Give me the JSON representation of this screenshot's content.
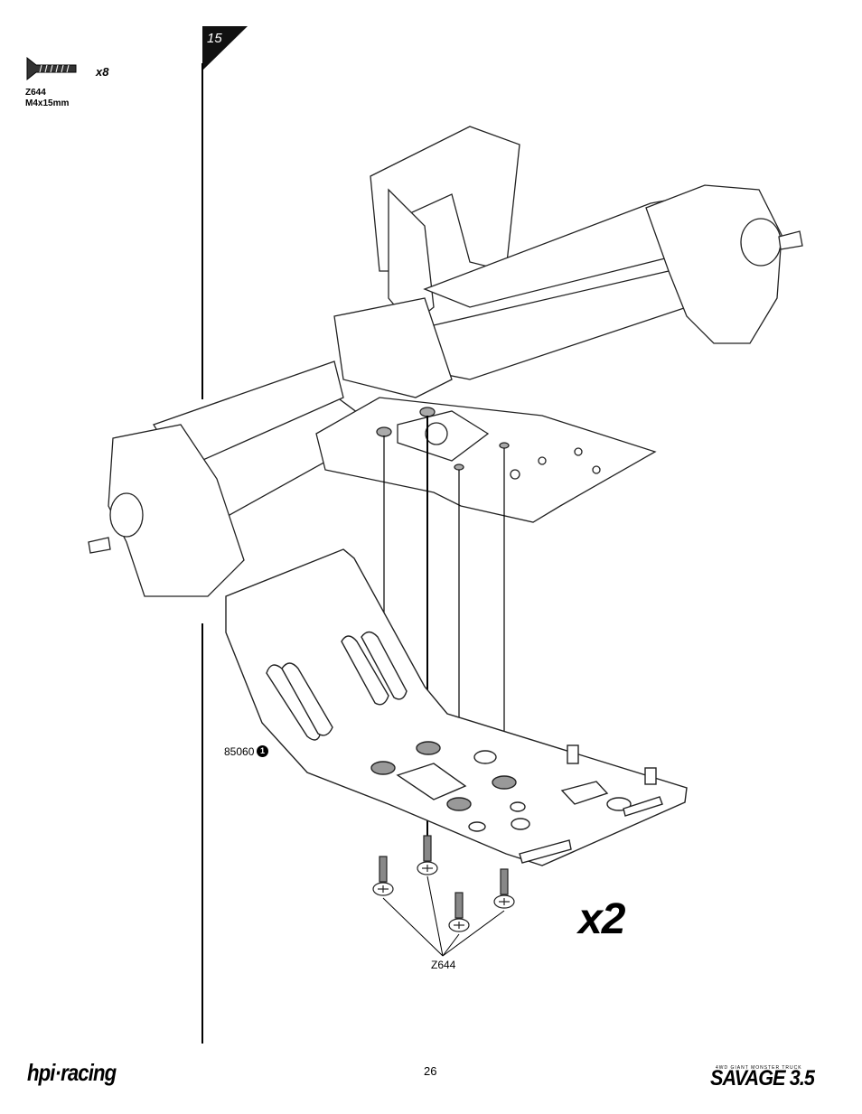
{
  "step": {
    "number": "15"
  },
  "hardware_legend": {
    "code": "Z644",
    "size": "M4x15mm",
    "quantity": "x8"
  },
  "diagram": {
    "part_number": "85060",
    "part_callout": "1",
    "screw_label": "Z644",
    "multiplier": "x2"
  },
  "footer": {
    "page_number": "26",
    "brand_left": "hpi·racing",
    "brand_right_tagline": "4WD GIANT MONSTER TRUCK",
    "brand_right": "SAVAGE 3.5"
  }
}
